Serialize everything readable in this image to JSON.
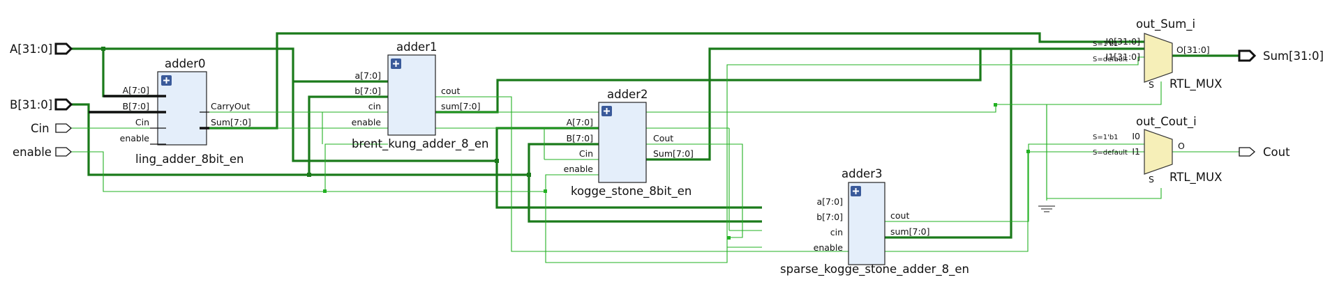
{
  "ports": {
    "a": "A[31:0]",
    "b": "B[31:0]",
    "cin": "Cin",
    "enable": "enable",
    "sum": "Sum[31:0]",
    "cout": "Cout"
  },
  "blocks": [
    {
      "inst": "adder0",
      "module": "ling_adder_8bit_en",
      "inputs": [
        "A[7:0]",
        "B[7:0]",
        "Cin",
        "enable"
      ],
      "outputs": [
        "CarryOut",
        "Sum[7:0]"
      ]
    },
    {
      "inst": "adder1",
      "module": "brent_kung_adder_8_en",
      "inputs": [
        "a[7:0]",
        "b[7:0]",
        "cin",
        "enable"
      ],
      "outputs": [
        "cout",
        "sum[7:0]"
      ]
    },
    {
      "inst": "adder2",
      "module": "kogge_stone_8bit_en",
      "inputs": [
        "A[7:0]",
        "B[7:0]",
        "Cin",
        "enable"
      ],
      "outputs": [
        "Cout",
        "Sum[7:0]"
      ]
    },
    {
      "inst": "adder3",
      "module": "sparse_kogge_stone_adder_8_en",
      "inputs": [
        "a[7:0]",
        "b[7:0]",
        "cin",
        "enable"
      ],
      "outputs": [
        "cout",
        "sum[7:0]"
      ]
    }
  ],
  "muxes": [
    {
      "inst": "out_Sum_i",
      "type": "RTL_MUX",
      "sel1": "S=1'b1",
      "seldef": "S=default",
      "in1": "I0[31:0]",
      "in2": "I1[31:0]",
      "out": "O[31:0]",
      "s": "S"
    },
    {
      "inst": "out_Cout_i",
      "type": "RTL_MUX",
      "sel1": "S=1'b1",
      "seldef": "S=default",
      "in1": "I0",
      "in2": "I1",
      "out": "O",
      "s": "S"
    }
  ],
  "colors": {
    "bus": "#1a7a1a",
    "wire": "#22b022",
    "block_fill": "#e4eefa",
    "mux_fill": "#f6efb8"
  },
  "icons": {
    "expand": "plus-icon",
    "ground": "ground-icon"
  }
}
